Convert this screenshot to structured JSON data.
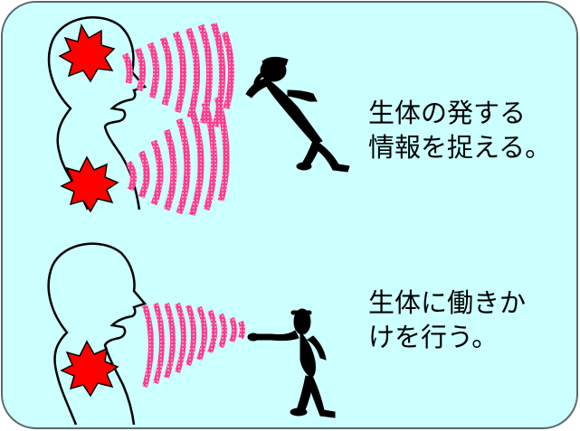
{
  "colors": {
    "panel_fill": "#ccffff",
    "panel_border": "#5a6b6b",
    "burst_fill": "#ff0000",
    "wave_color": "#ff3c8c",
    "figure_color": "#000000"
  },
  "captions": {
    "top_line1": "生体の発する",
    "top_line2": "情報を捉える。",
    "bottom_line1": "生体に働きか",
    "bottom_line2": "けを行う。"
  },
  "icons": {
    "head_burst": "red-starburst-icon",
    "chest_burst": "red-starburst-icon",
    "listener": "listening-figure-icon",
    "emitter": "pointing-figure-icon"
  }
}
